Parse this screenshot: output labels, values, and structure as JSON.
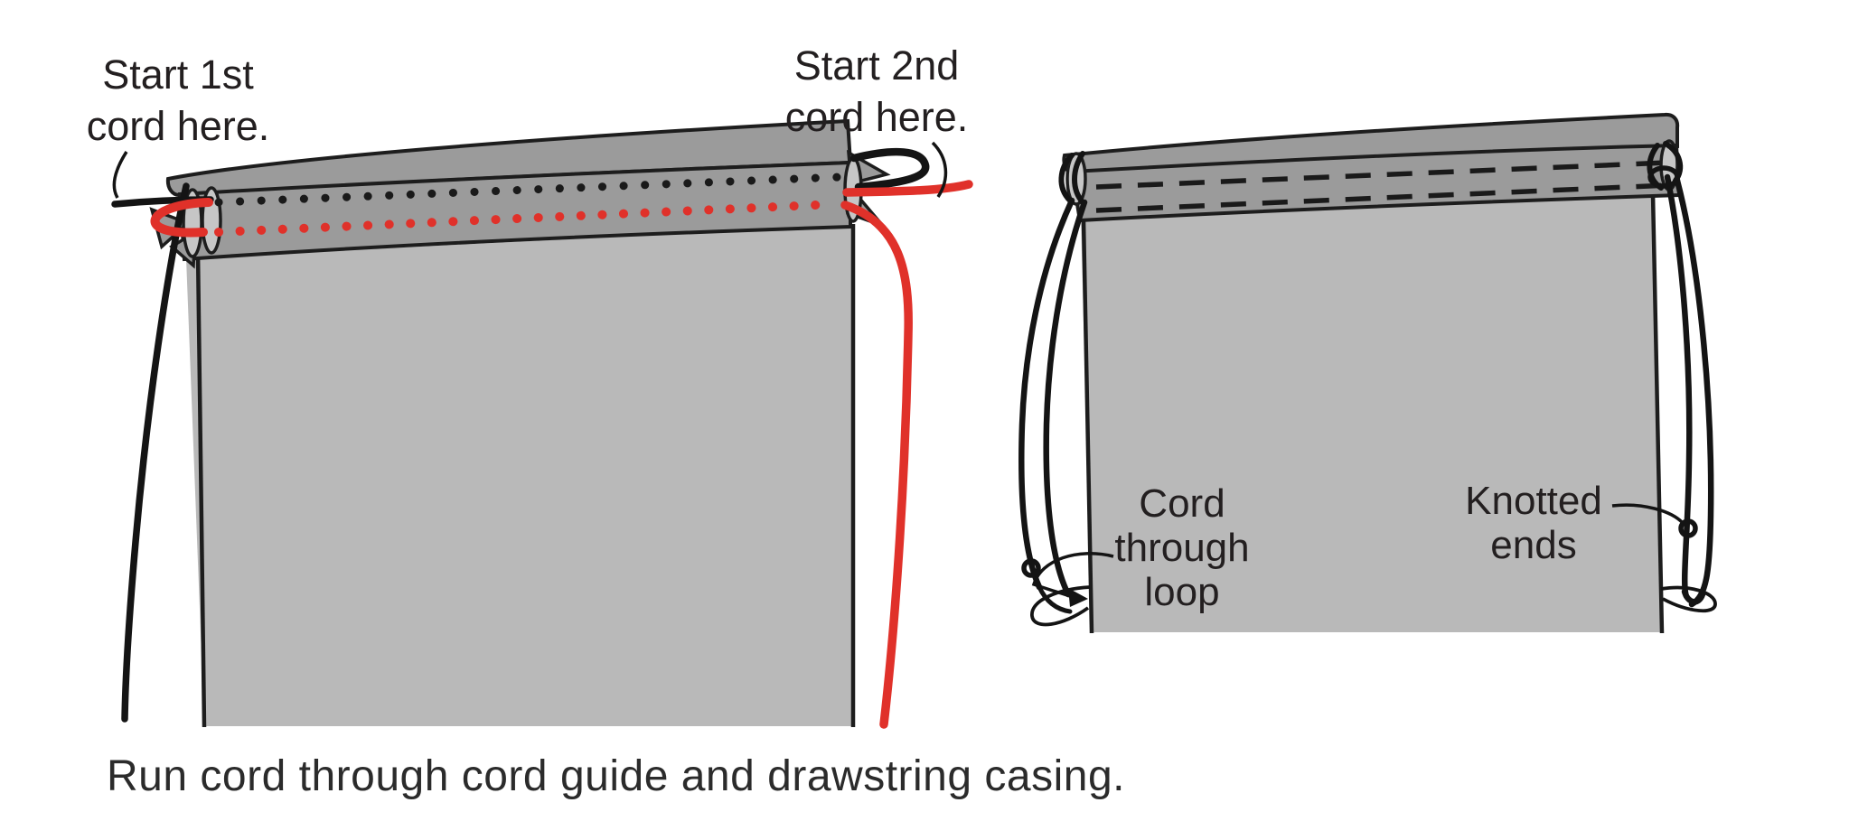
{
  "figure": {
    "caption": "Run cord through cord guide and drawstring casing.",
    "left_bag": {
      "label_first_cord": "Start 1st\ncord here.",
      "label_second_cord": "Start 2nd\ncord here."
    },
    "right_bag": {
      "label_cord_loop": "Cord\nthrough\nloop",
      "label_knotted_ends": "Knotted\nends"
    },
    "colors": {
      "body_gray": "#b9b9b9",
      "casing_gray": "#9b9b9b",
      "tube_inner_gray": "#c6c6c6",
      "outline_black": "#1d1d1d",
      "cord_black": "#141414",
      "cord_red": "#e0312a",
      "text_color": "#231f20"
    }
  }
}
